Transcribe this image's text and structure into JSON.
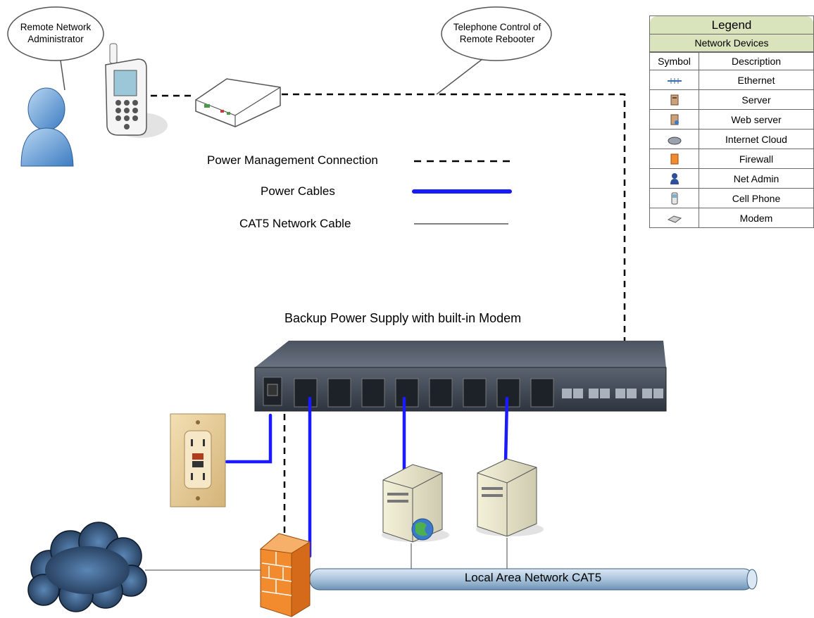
{
  "bubbles": {
    "admin": "Remote Network Administrator",
    "telephone": "Telephone Control of Remote Rebooter"
  },
  "key": {
    "power_management": "Power Management Connection",
    "power_cables": "Power Cables",
    "cat5": "CAT5 Network Cable"
  },
  "device_title": "Backup Power Supply with built-in Modem",
  "lan_label": "Local Area Network CAT5",
  "legend": {
    "title": "Legend",
    "subtitle": "Network Devices",
    "col_symbol": "Symbol",
    "col_description": "Description",
    "rows": [
      {
        "icon": "ethernet-icon",
        "label": "Ethernet"
      },
      {
        "icon": "server-icon",
        "label": "Server"
      },
      {
        "icon": "web-server-icon",
        "label": "Web server"
      },
      {
        "icon": "internet-cloud-icon",
        "label": "Internet Cloud"
      },
      {
        "icon": "firewall-icon",
        "label": "Firewall"
      },
      {
        "icon": "net-admin-icon",
        "label": "Net Admin"
      },
      {
        "icon": "cell-phone-icon",
        "label": "Cell Phone"
      },
      {
        "icon": "modem-icon",
        "label": "Modem"
      }
    ]
  },
  "colors": {
    "power_cable": "#1a1aff",
    "legend_header": "#d9e3bc",
    "lan_pipe": "#a9c4dc",
    "firewall": "#f28a2e"
  }
}
